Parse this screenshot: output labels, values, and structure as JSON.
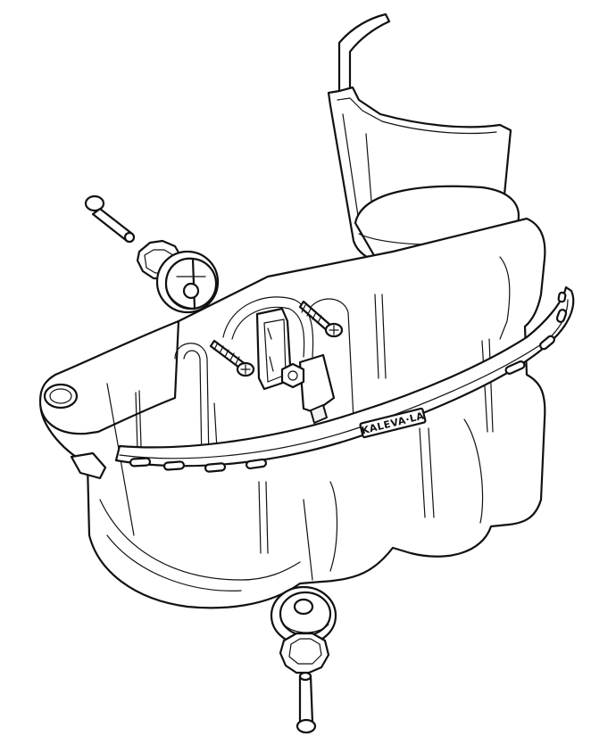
{
  "diagram": {
    "brand_label": "KALEVA·LA",
    "parts": [
      "cup-holder-sleeve",
      "bin-body",
      "rim-strap",
      "mounting-screw-left",
      "mounting-screw-right",
      "wall-bracket",
      "wall-bracket-nut",
      "knob-top",
      "knob-bottom",
      "pin-top",
      "pin-bottom"
    ]
  }
}
